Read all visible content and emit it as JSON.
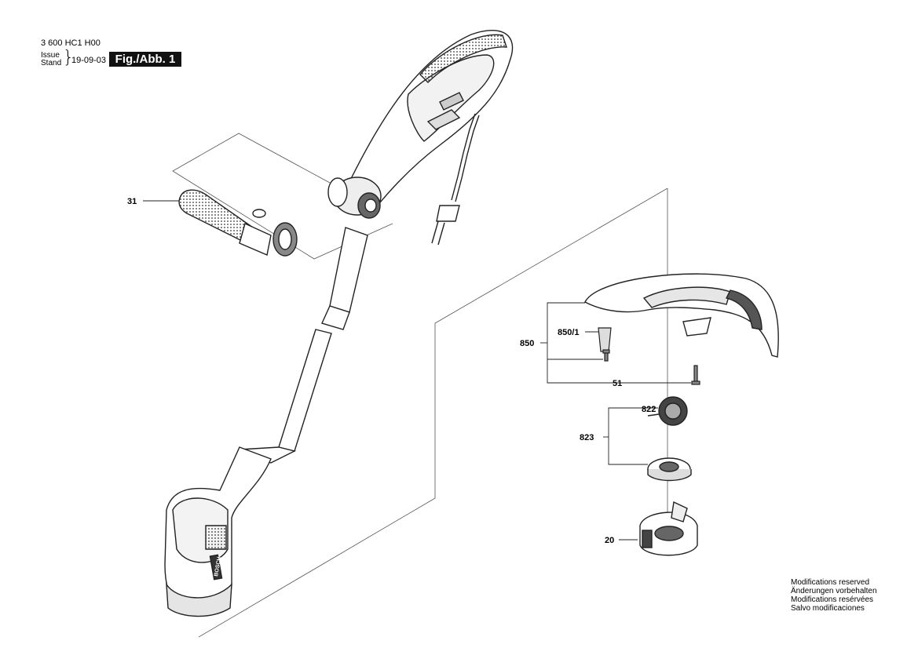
{
  "header": {
    "code": "3 600 HC1 H00",
    "issue_label": "Issue",
    "stand_label": "Stand",
    "brace": "}",
    "date": "19-09-03",
    "figure": "Fig./Abb. 1"
  },
  "parts": {
    "p31": "31",
    "p850": "850",
    "p850_1": "850/1",
    "p51": "51",
    "p822": "822",
    "p823": "823",
    "p20": "20"
  },
  "brand": "BOSCH",
  "notes": [
    "Modifications reserved",
    "Änderungen vorbehalten",
    "Modifications resérvées",
    "Salvo modificaciones"
  ]
}
